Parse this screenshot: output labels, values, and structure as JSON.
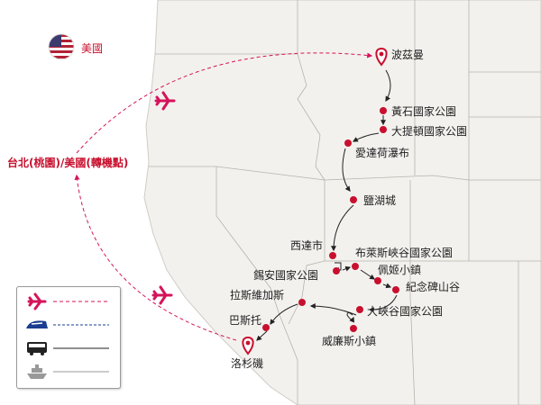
{
  "country": {
    "label": "美國"
  },
  "hub": {
    "label": "台北(桃園)/美國(轉機點)"
  },
  "stops": {
    "bozeman": "波茲曼",
    "yellowstone": "黃石國家公園",
    "grand_teton": "大提頓國家公園",
    "idaho_falls": "愛達荷瀑布",
    "salt_lake": "鹽湖城",
    "moab": "西達市",
    "zion": "錫安國家公園",
    "bryce": "布萊斯峽谷國家公園",
    "page": "佩姬小鎮",
    "monument_valley": "紀念碑山谷",
    "grand_canyon": "大峽谷國家公園",
    "williams": "威廉斯小鎮",
    "las_vegas": "拉斯維加斯",
    "barstow": "巴斯托",
    "los_angeles": "洛杉磯"
  },
  "legend": {
    "flight": {
      "icon": "airplane-icon",
      "line": "dashed",
      "color": "#d4145a"
    },
    "train": {
      "icon": "train-icon",
      "line": "dashed",
      "color": "#1a3d8f"
    },
    "bus": {
      "icon": "bus-icon",
      "line": "solid",
      "color": "#222222"
    },
    "ship": {
      "icon": "ship-icon",
      "line": "solid",
      "color": "#999999"
    }
  },
  "colors": {
    "route_air": "#d4145a",
    "stop": "#c8102e",
    "ocean": "#ffffff",
    "land": "#f3f1ee",
    "border": "#b8b2aa"
  }
}
